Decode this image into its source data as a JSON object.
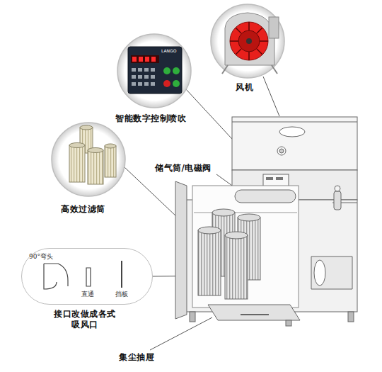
{
  "diagram": {
    "nodes": [
      {
        "text": [
          "90°弯头",
          "直通",
          "挡板"
        ]
      }
    ],
    "labels": [
      "风机",
      "智能数字控制喷吹",
      "储气筒/电磁阀",
      "高效过滤筒",
      "接口改做成各式 吸风口",
      "集尘抽屉",
      "LANGO"
    ]
  }
}
